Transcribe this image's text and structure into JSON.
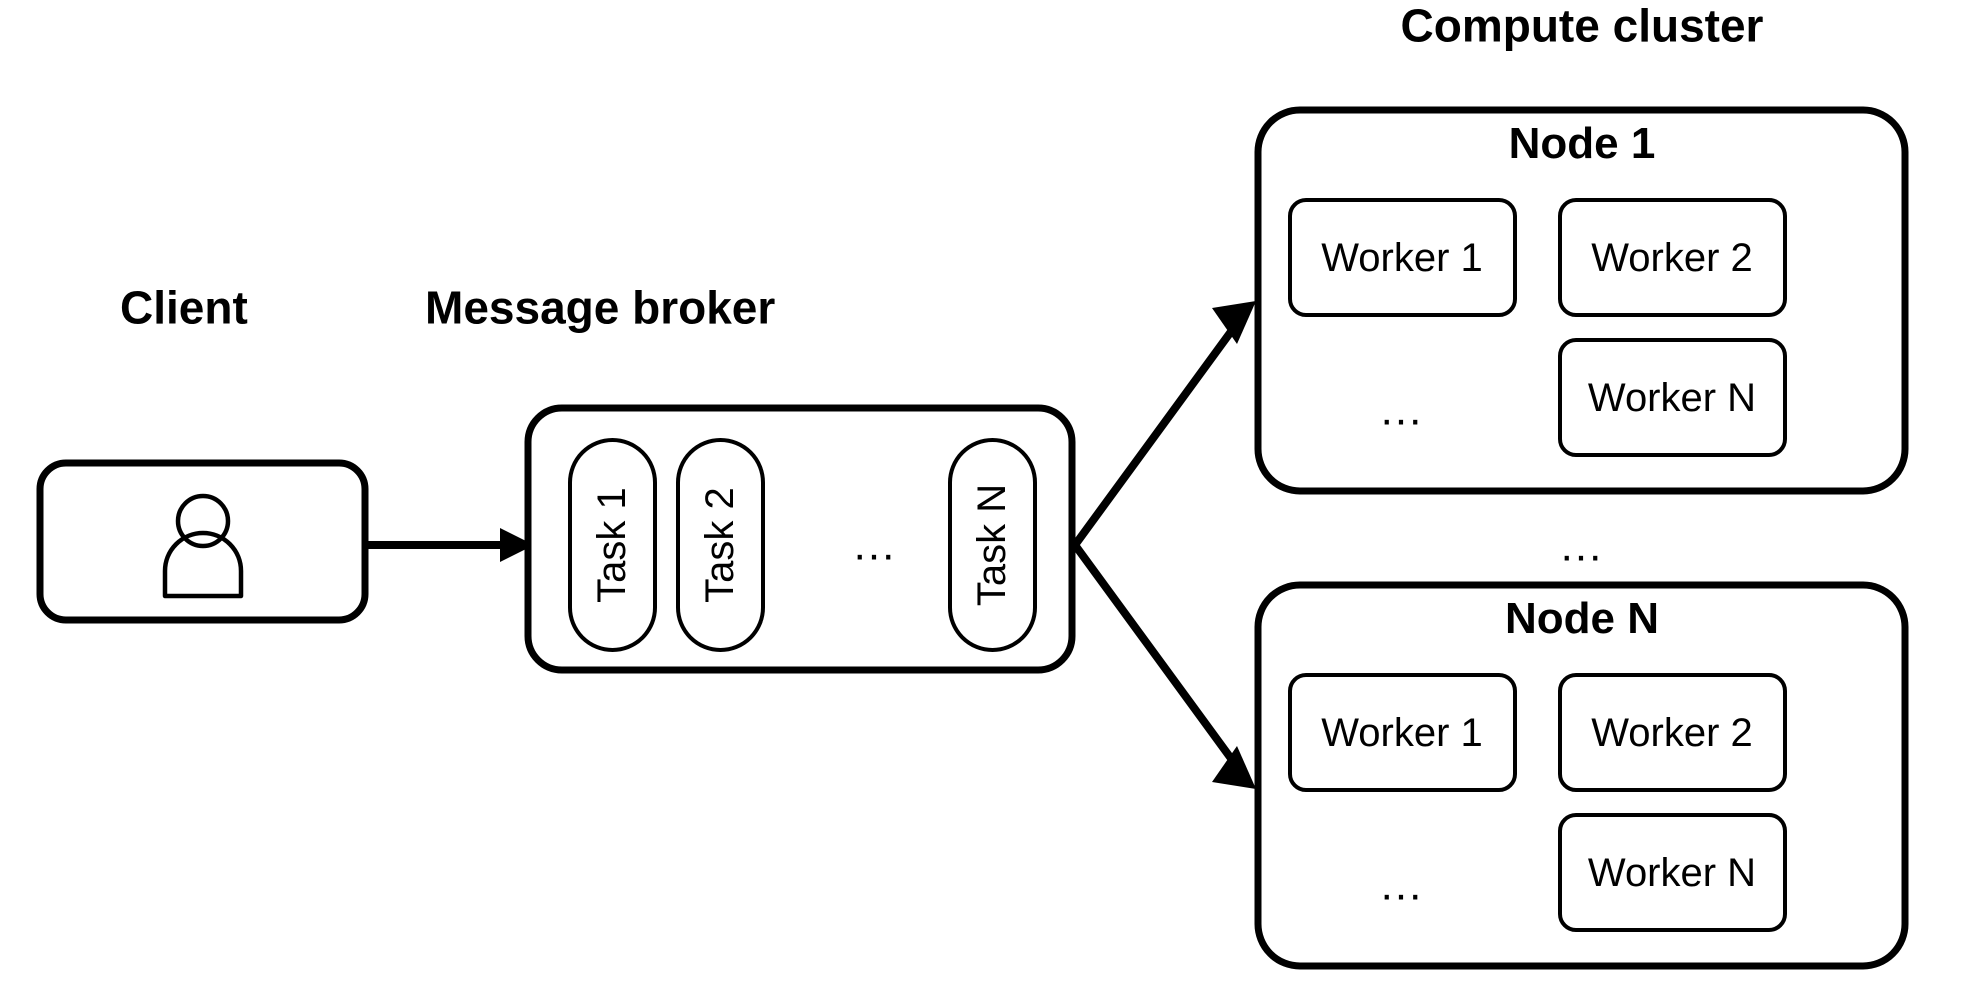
{
  "diagram": {
    "title_client": "Client",
    "title_broker": "Message broker",
    "title_cluster": "Compute cluster",
    "ellipsis": "...",
    "colors": {
      "stroke": "#000000",
      "fill": "#ffffff",
      "background": "#ffffff"
    },
    "client": {
      "label": "Client",
      "icon": "person-icon"
    },
    "broker": {
      "label": "Message broker",
      "tasks": [
        {
          "label": "Task 1"
        },
        {
          "label": "Task 2"
        },
        {
          "label": "..."
        },
        {
          "label": "Task N"
        }
      ]
    },
    "cluster": {
      "label": "Compute cluster",
      "between_nodes_ellipsis": "...",
      "nodes": [
        {
          "title": "Node 1",
          "workers": [
            {
              "label": "Worker 1"
            },
            {
              "label": "Worker 2"
            },
            {
              "label": "..."
            },
            {
              "label": "Worker N"
            }
          ]
        },
        {
          "title": "Node N",
          "workers": [
            {
              "label": "Worker 1"
            },
            {
              "label": "Worker 2"
            },
            {
              "label": "..."
            },
            {
              "label": "Worker N"
            }
          ]
        }
      ]
    },
    "connections": [
      {
        "from": "client",
        "to": "broker",
        "style": "solid-arrow"
      },
      {
        "from": "broker",
        "to": "node-1",
        "style": "solid-arrow"
      },
      {
        "from": "broker",
        "to": "node-n",
        "style": "solid-arrow"
      }
    ]
  }
}
